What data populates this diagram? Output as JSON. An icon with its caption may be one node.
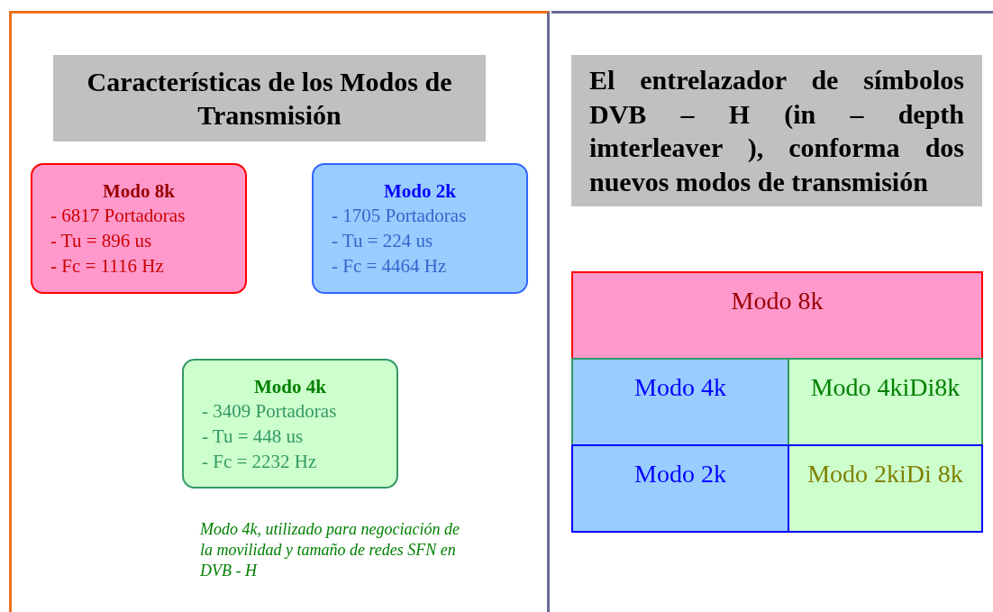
{
  "diagram": {
    "nodes": [
      {
        "text": [
          "Características de los Modos de Transmisión"
        ]
      },
      {
        "text": [
          "Modo 8k",
          "- 6817 Portadoras",
          "- Tu = 896 us",
          "- Fc = 1116 Hz"
        ]
      },
      {
        "text": [
          "Modo 2k",
          "- 1705 Portadoras",
          "- Tu = 224 us",
          "- Fc = 4464 Hz"
        ]
      },
      {
        "text": [
          "Modo 4k",
          "- 3409 Portadoras",
          "- Tu = 448 us",
          "- Fc = 2232 Hz"
        ]
      },
      {
        "text": [
          "El entrelazador de símbolos DVB – H (in – depth imterleaver ), conforma dos nuevos modos de transmisión"
        ]
      },
      {
        "text": [
          "Modo 8k"
        ]
      },
      {
        "text": [
          "Modo 4k"
        ]
      },
      {
        "text": [
          "Modo 4kiDi8k"
        ]
      },
      {
        "text": [
          "Modo 2k"
        ]
      },
      {
        "text": [
          "Modo 2kiDi 8k"
        ]
      }
    ],
    "edges": [],
    "labels": [
      "Modo 4k, utilizado para negociación de la movilidad y tamaño de redes SFN en DVB - H"
    ]
  }
}
